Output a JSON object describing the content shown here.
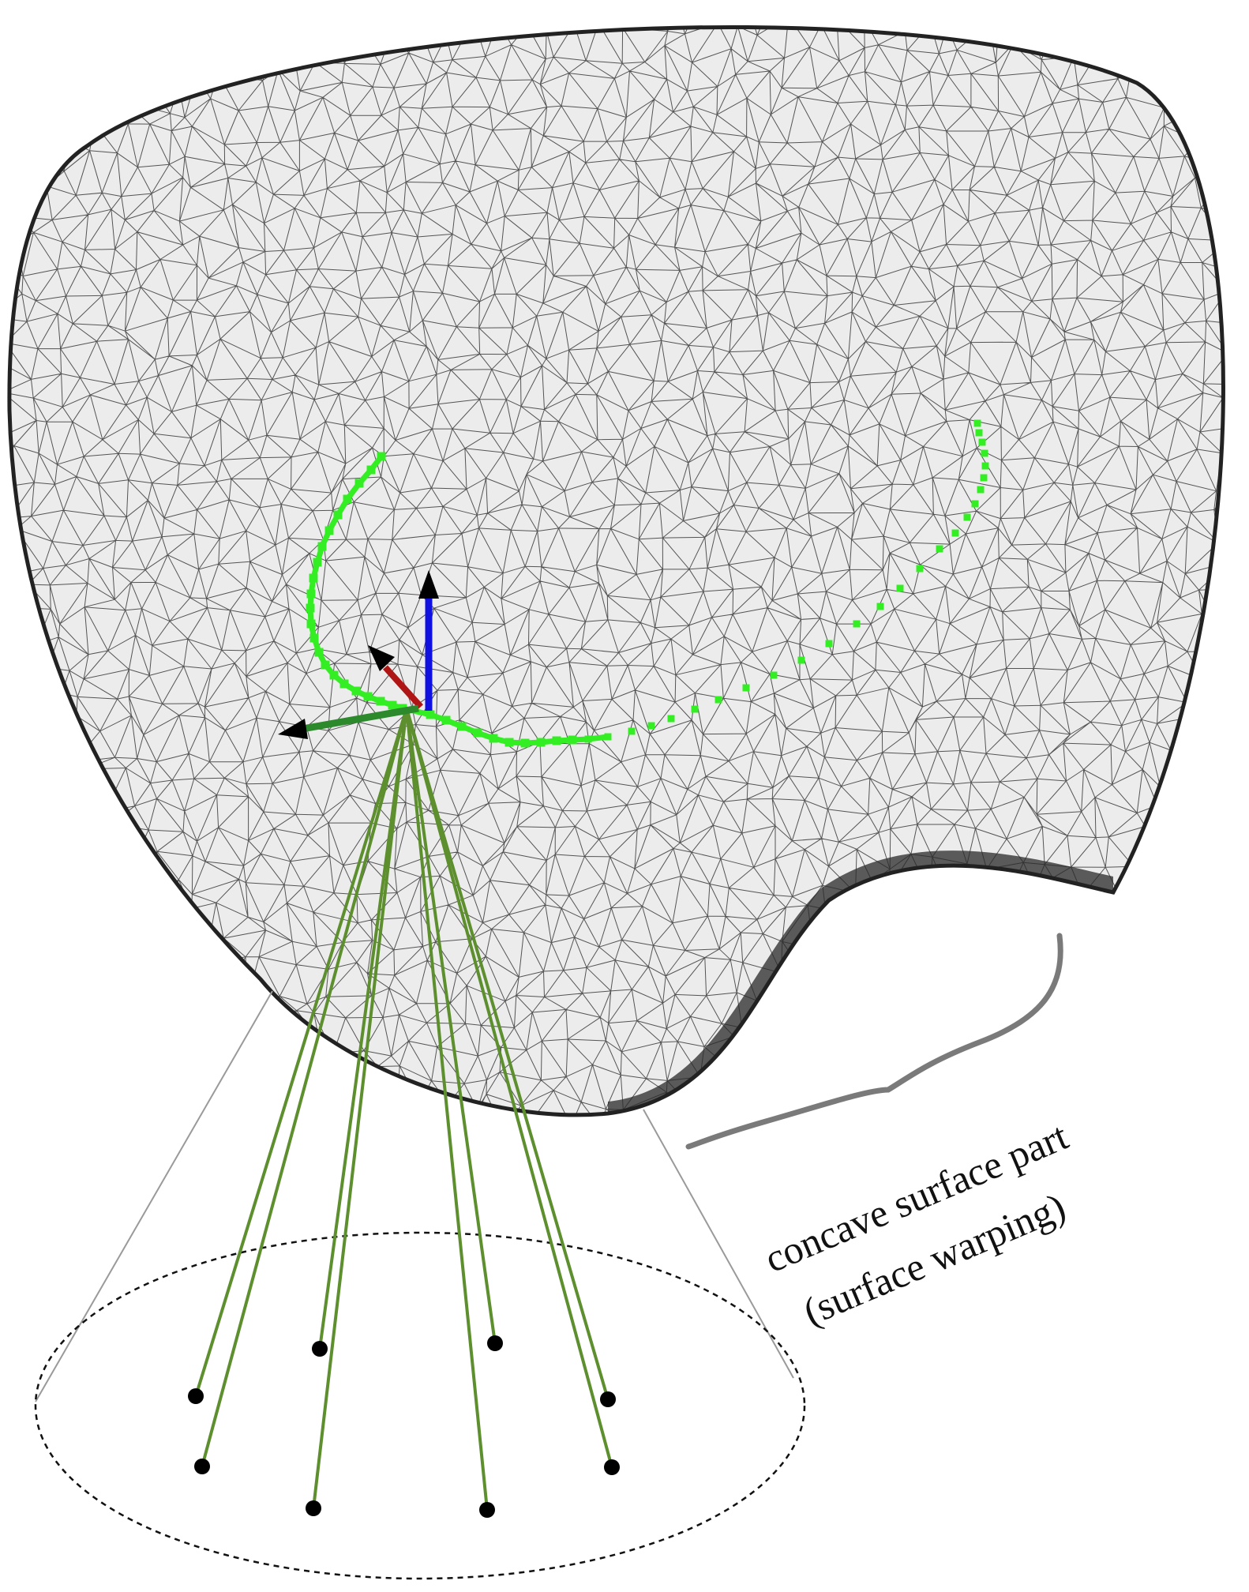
{
  "annotation": {
    "line1": "concave surface part",
    "line2": "(surface warping)"
  },
  "colors": {
    "background": "#ffffff",
    "mesh_fill": "#ececec",
    "mesh_wire": "#3a3a3a",
    "curve": "#33ee22",
    "rays": "#5d8f2e",
    "axis_up": "#1010e0",
    "axis_depth": "#b01515",
    "axis_side": "#2c8a2c",
    "arrow_heads": "#000000",
    "brace": "#7a7a7a",
    "cone_lines": "#9a9a9a",
    "ellipse": "#111111",
    "points": "#000000"
  },
  "icons": [
    "triangle-mesh-surface",
    "coordinate-frame-arrows",
    "camera-ray-bundle",
    "image-plane-ellipse",
    "curly-brace"
  ]
}
